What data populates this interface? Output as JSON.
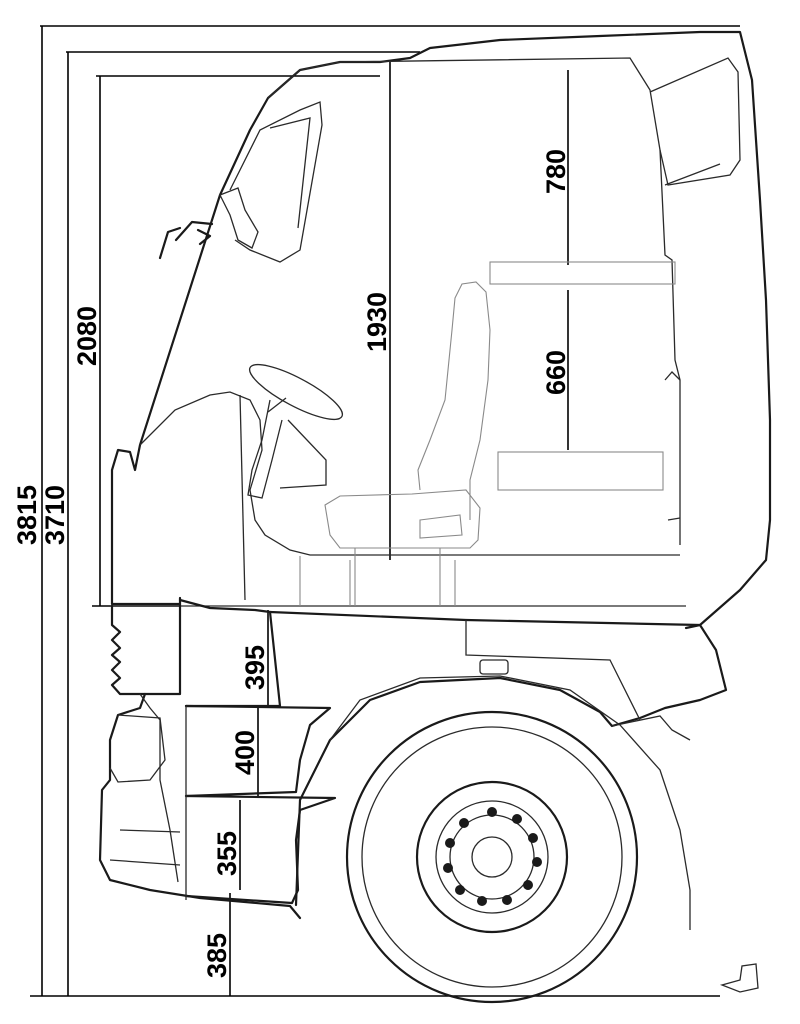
{
  "dimensions": {
    "overall_height": "3815",
    "cab_height": "3710",
    "cab_interior_height": "2080",
    "interior_standing_height": "1930",
    "upper_bunk_clearance": "780",
    "lower_bunk_clearance": "660",
    "upper_step_height": "395",
    "middle_step_height": "400",
    "lower_step_height": "355",
    "ground_to_first_step": "385"
  },
  "icons": {
    "truck": "truck-cab-side-view",
    "seat": "driver-seat-icon",
    "wheel": "front-wheel-icon",
    "steering": "steering-wheel-icon"
  }
}
